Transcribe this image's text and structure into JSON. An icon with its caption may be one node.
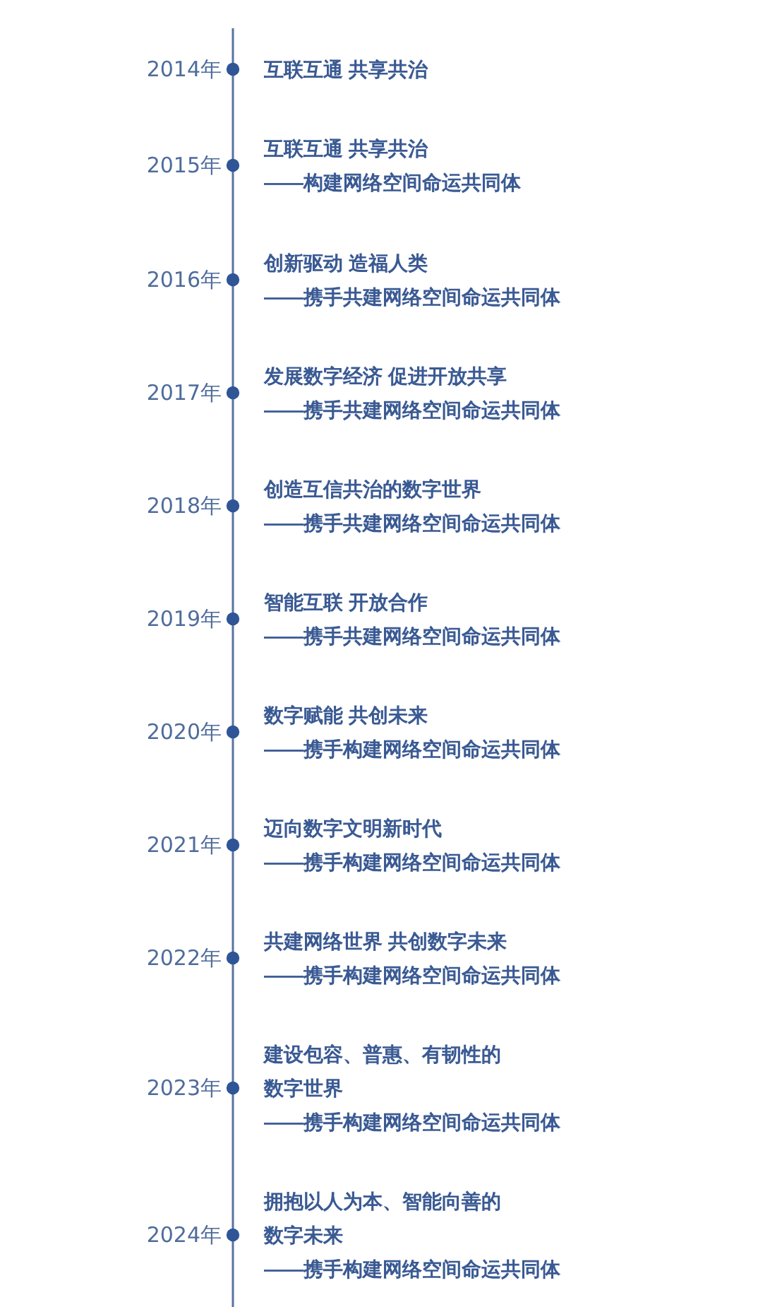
{
  "diagram": {
    "labels": [
      "2014年",
      "互联互通 共享共治",
      "2015年",
      "互联互通 共享共治",
      "——构建网络空间命运共同体",
      "2016年",
      "创新驱动 造福人类",
      "——携手共建网络空间命运共同体",
      "2017年",
      "发展数字经济 促进开放共享",
      "——携手共建网络空间命运共同体",
      "2018年",
      "创造互信共治的数字世界",
      "——携手共建网络空间命运共同体",
      "2019年",
      "智能互联 开放合作",
      "——携手共建网络空间命运共同体",
      "2020年",
      "数字赋能 共创未来",
      "——携手构建网络空间命运共同体",
      "2021年",
      "迈向数字文明新时代",
      "——携手构建网络空间命运共同体",
      "2022年",
      "共建网络世界 共创数字未来",
      "——携手构建网络空间命运共同体",
      "2023年",
      "建设包容、普惠、有韧性的数字世界",
      "——携手构建网络空间命运共同体",
      "2024年",
      "拥抱以人为本、智能向善的数字未来",
      "——携手构建网络空间命运共同体"
    ]
  }
}
